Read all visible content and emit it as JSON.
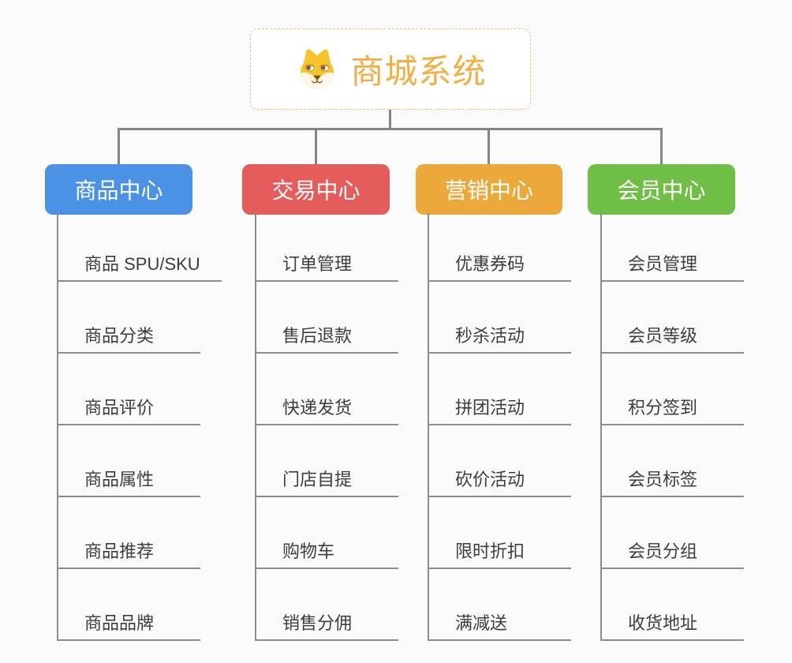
{
  "root": {
    "title": "商城系统",
    "accent_color": "#F1AE45",
    "border_color": "#F0BD72"
  },
  "colors": {
    "background": "#FAFAFA",
    "connector": "#848484",
    "child_text": "#3A3D42",
    "child_line": "#8C8C8C"
  },
  "branches": [
    {
      "label": "商品中心",
      "color": "#4B92E5",
      "children": [
        "商品 SPU/SKU",
        "商品分类",
        "商品评价",
        "商品属性",
        "商品推荐",
        "商品品牌"
      ]
    },
    {
      "label": "交易中心",
      "color": "#E45C5C",
      "children": [
        "订单管理",
        "售后退款",
        "快递发货",
        "门店自提",
        "购物车",
        "销售分佣"
      ]
    },
    {
      "label": "营销中心",
      "color": "#EBA83B",
      "children": [
        "优惠券码",
        "秒杀活动",
        "拼团活动",
        "砍价活动",
        "限时折扣",
        "满减送"
      ]
    },
    {
      "label": "会员中心",
      "color": "#6FBE45",
      "children": [
        "会员管理",
        "会员等级",
        "积分签到",
        "会员标签",
        "会员分组",
        "收货地址"
      ]
    }
  ]
}
